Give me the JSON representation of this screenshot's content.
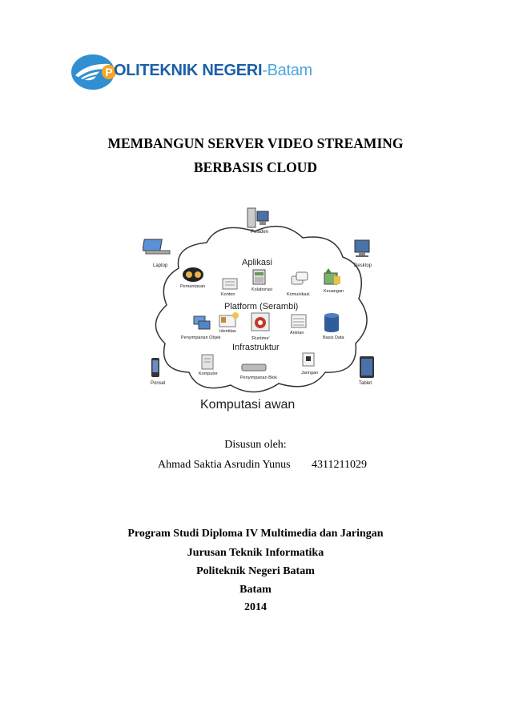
{
  "logo": {
    "part1": "OLITEKNIK NEGERI",
    "part2": "-Batam",
    "p_letter": "P"
  },
  "title_line1": "MEMBANGUN SERVER VIDEO STREAMING",
  "title_line2": "BERBASIS  CLOUD",
  "diagram": {
    "caption": "Komputasi awan",
    "layers": [
      "Aplikasi",
      "Platform (Serambi)",
      "Infrastruktur"
    ],
    "outside_devices": [
      "Peladen",
      "Laptop",
      "Desktop",
      "Ponsel",
      "Tablet"
    ],
    "inside_items": [
      "Pemantauan",
      "Konten",
      "Kolaborasi",
      "Komunikasi",
      "Keuangan",
      "Identitas",
      "Penyimpanan Objek",
      "'Runtime'",
      "Antrian",
      "Basis Data",
      "Komputer",
      "Penyimpanan Blok",
      "Jaringan"
    ]
  },
  "compiled_by_label": "Disusun oleh:",
  "author_name": "Ahmad Saktia Asrudin Yunus",
  "author_id": "4311211029",
  "institution_lines": [
    "Program Studi Diploma IV Multimedia dan Jaringan",
    "Jurusan Teknik Informatika",
    "Politeknik Negeri Batam",
    "Batam",
    "2014"
  ]
}
